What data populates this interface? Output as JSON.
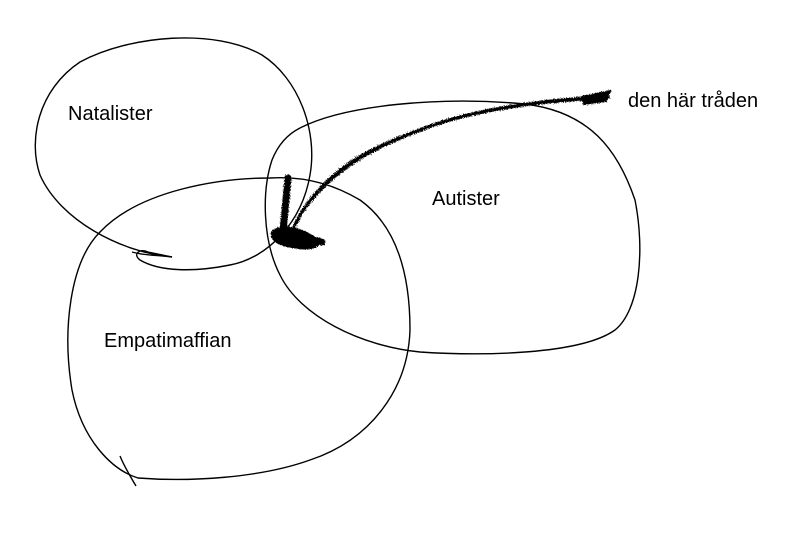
{
  "diagram": {
    "type": "hand-drawn venn diagram",
    "colors": {
      "background": "#ffffff",
      "stroke": "#000000",
      "text": "#000000"
    },
    "sets": [
      {
        "id": "natalister",
        "label": "Natalister"
      },
      {
        "id": "autister",
        "label": "Autister"
      },
      {
        "id": "empatimaffian",
        "label": "Empatimaffian"
      }
    ],
    "annotation": {
      "label": "den här tråden",
      "points_to": "intersection of all three sets"
    }
  }
}
